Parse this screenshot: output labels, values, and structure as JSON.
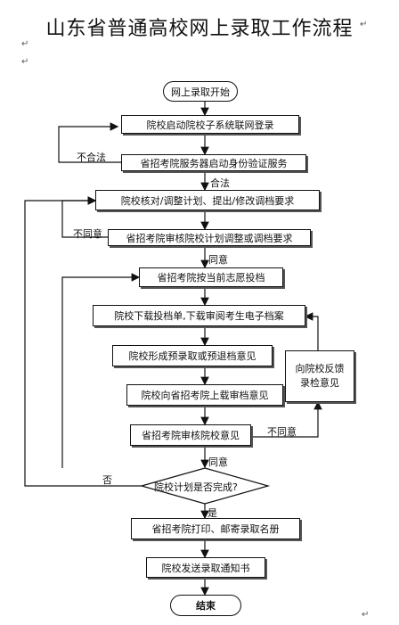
{
  "title": "山东省普通高校网上录取工作流程",
  "paragraph_mark": "↵",
  "nodes": {
    "start": "网上录取开始",
    "n1": "院校启动院校子系统联网登录",
    "n2": "省招考院服务器启动身份验证服务",
    "n3": "院校核对/调整计划、提出/修改调档要求",
    "n4": "省招考院审核院校计划调整或调档要求",
    "n5": "省招考院按当前志愿投档",
    "n6": "院校下载投档单,下载审阅考生电子档案",
    "n7": "院校形成预录取或预退档意见",
    "n8": "院校向省招考院上载审档意见",
    "n9": "省招考院审核院校意见",
    "feedback": "向院校反馈录检意见",
    "decision": "院校计划是否完成?",
    "n10": "省招考院打印、邮寄录取名册",
    "n11": "院校发送录取通知书",
    "end": "结束"
  },
  "labels": {
    "fail": "不合法",
    "pass": "合法",
    "disagree1": "不同意",
    "agree1": "同意",
    "disagree2": "不同意",
    "agree2": "同意",
    "no": "否",
    "yes": "是"
  }
}
